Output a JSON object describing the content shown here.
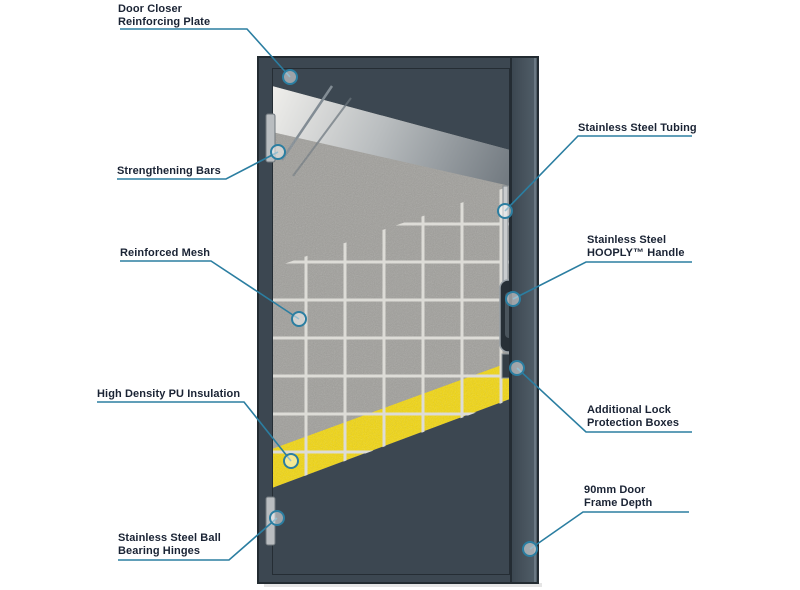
{
  "callouts": {
    "door_closer": "Door Closer\nReinforcing Plate",
    "strengthening_bars": "Strengthening Bars",
    "reinforced_mesh": "Reinforced Mesh",
    "pu_insulation": "High Density PU Insulation",
    "hinges": "Stainless Steel Ball\nBearing Hinges",
    "tubing": "Stainless Steel Tubing",
    "handle": "Stainless Steel\nHOOPLY™ Handle",
    "lock_boxes": "Additional Lock\nProtection Boxes",
    "frame_depth": "90mm Door\nFrame Depth"
  },
  "colors": {
    "accent": "#2b7ea1",
    "label_text": "#1a2334",
    "door_slate": "#3c4751",
    "pu_yellow": "#f3d70d",
    "insulation_gray": "#a09f9b",
    "page_bg": "#ffffff"
  }
}
